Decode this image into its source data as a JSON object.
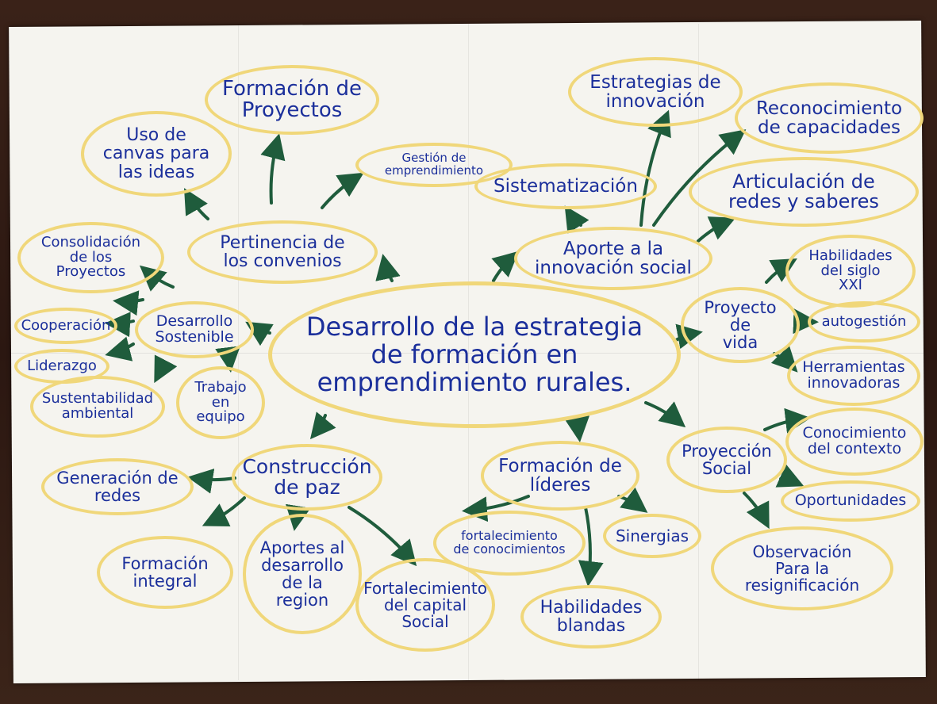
{
  "nodes": {
    "center": "Desarrollo de la estrategia\nde formación en\nemprendimiento rurales.",
    "formacion_proyectos": "Formación de\nProyectos",
    "uso_canvas": "Uso de\ncanvas para\nlas ideas",
    "gestion": "Gestión de\nemprendimiento",
    "pertinencia": "Pertinencia de\nlos convenios",
    "consolidacion": "Consolidación\nde los\nProyectos",
    "cooperacion": "Cooperación",
    "desarrollo_sostenible": "Desarrollo\nSostenible",
    "liderazgo": "Liderazgo",
    "sustentabilidad": "Sustentabilidad\nambiental",
    "trabajo_equipo": "Trabajo\nen\nequipo",
    "estrategias_innovacion": "Estrategias de\ninnovación",
    "reconocimiento": "Reconocimiento\nde capacidades",
    "sistematizacion": "Sistematización",
    "articulacion": "Articulación de\nredes y saberes",
    "aporte_innovacion": "Aporte a la\ninnovación social",
    "habilidades_siglo": "Habilidades\ndel siglo\nXXI",
    "proyecto_vida": "Proyecto\nde\nvida",
    "autogestion": "autogestión",
    "herramientas": "Herramientas\ninnovadoras",
    "construccion_paz": "Construcción\nde paz",
    "generacion_redes": "Generación de\nredes",
    "formacion_integral": "Formación\nintegral",
    "aportes_region": "Aportes al\ndesarrollo\nde la\nregion",
    "capital_social": "Fortalecimiento\ndel capital\nSocial",
    "formacion_lideres": "Formación de\nlíderes",
    "fortalecimiento_conocimientos": "fortalecimiento\nde conocimientos",
    "sinergias": "Sinergias",
    "habilidades_blandas": "Habilidades\nblandas",
    "proyeccion_social": "Proyección\nSocial",
    "conocimiento_contexto": "Conocimiento\ndel contexto",
    "oportunidades": "Oportunidades",
    "observacion": "Observación\nPara la\nresignificación"
  },
  "colors": {
    "ink": "#1b2f9b",
    "outline": "#f0d77a",
    "arrow": "#1f5c3c",
    "paper": "#f5f4ef"
  }
}
